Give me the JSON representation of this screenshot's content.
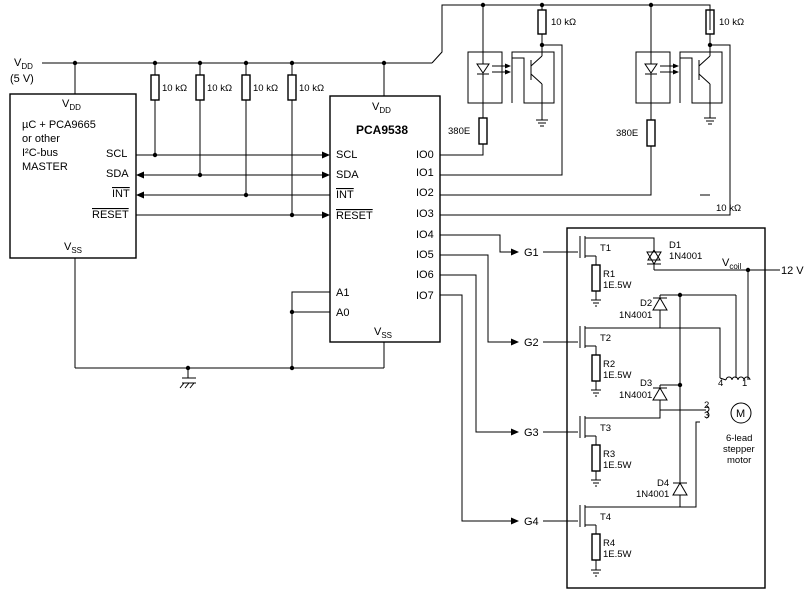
{
  "supply": {
    "vdd_label": "V",
    "vdd_sub": "DD",
    "vdd_value": "(5 V)"
  },
  "master": {
    "title_lines": [
      "µC + PCA9665",
      "or other",
      "I²C-bus",
      "MASTER"
    ],
    "vdd": "V",
    "vdd_sub": "DD",
    "vss": "V",
    "vss_sub": "SS",
    "pins": [
      "SCL",
      "SDA",
      "INT",
      "RESET"
    ]
  },
  "resistors": {
    "pullup": "10 kΩ",
    "led": "380E"
  },
  "chip": {
    "name": "PCA9538",
    "vdd": "V",
    "vdd_sub": "DD",
    "vss": "V",
    "vss_sub": "SS",
    "left_pins": [
      "SCL",
      "SDA",
      "INT",
      "RESET",
      "A1",
      "A0"
    ],
    "right_pins": [
      "IO0",
      "IO1",
      "IO2",
      "IO3",
      "IO4",
      "IO5",
      "IO6",
      "IO7"
    ]
  },
  "driver": {
    "gates": [
      "G1",
      "G2",
      "G3",
      "G4"
    ],
    "transistors": [
      "T1",
      "T2",
      "T3",
      "T4"
    ],
    "resistors": [
      {
        "name": "R1",
        "value": "1E.5W"
      },
      {
        "name": "R2",
        "value": "1E.5W"
      },
      {
        "name": "R3",
        "value": "1E.5W"
      },
      {
        "name": "R4",
        "value": "1E.5W"
      }
    ],
    "diodes": [
      {
        "name": "D1",
        "part": "1N4001"
      },
      {
        "name": "D2",
        "part": "1N4001"
      },
      {
        "name": "D3",
        "part": "1N4001"
      },
      {
        "name": "D4",
        "part": "1N4001"
      }
    ],
    "vcoil": "V",
    "vcoil_sub": "coil",
    "voltage": "12 V",
    "motor_symbol": "M",
    "motor_lines": [
      "6-lead",
      "stepper",
      "motor"
    ],
    "lead_numbers": [
      "4",
      "1",
      "2",
      "3"
    ]
  }
}
